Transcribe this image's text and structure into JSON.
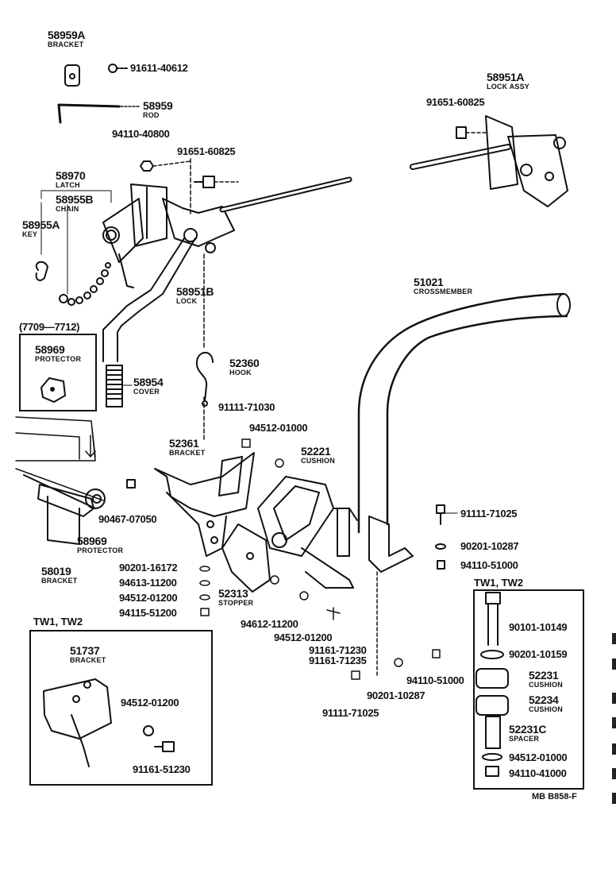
{
  "labels": [
    {
      "id": "58959A",
      "part": "58959A",
      "name": "BRACKET"
    },
    {
      "id": "91611-40612",
      "part": "91611-40612"
    },
    {
      "id": "58959",
      "part": "58959",
      "name": "ROD"
    },
    {
      "id": "94110-40800",
      "part": "94110-40800"
    },
    {
      "id": "91651-60825a",
      "part": "91651-60825"
    },
    {
      "id": "58970",
      "part": "58970",
      "name": "LATCH"
    },
    {
      "id": "58955B",
      "part": "58955B",
      "name": "CHAIN"
    },
    {
      "id": "58955A",
      "part": "58955A",
      "name": "KEY"
    },
    {
      "id": "58951B",
      "part": "58951B",
      "name": "LOCK"
    },
    {
      "id": "58951A",
      "part": "58951A",
      "name": "LOCK ASSY"
    },
    {
      "id": "91651-60825b",
      "part": "91651-60825"
    },
    {
      "id": "51021",
      "part": "51021",
      "name": "CROSSMEMBER"
    },
    {
      "id": "52360",
      "part": "52360",
      "name": "HOOK"
    },
    {
      "id": "58969a",
      "part": "58969",
      "name": "PROTECTOR"
    },
    {
      "id": "58954",
      "part": "58954",
      "name": "COVER"
    },
    {
      "id": "91111-71030",
      "part": "91111-71030"
    },
    {
      "id": "94512-01000a",
      "part": "94512-01000"
    },
    {
      "id": "52361",
      "part": "52361",
      "name": "BRACKET"
    },
    {
      "id": "52221",
      "part": "52221",
      "name": "CUSHION"
    },
    {
      "id": "91111-71025a",
      "part": "91111-71025"
    },
    {
      "id": "90467-07050",
      "part": "90467-07050"
    },
    {
      "id": "58969b",
      "part": "58969",
      "name": "PROTECTOR"
    },
    {
      "id": "90201-10287a",
      "part": "90201-10287"
    },
    {
      "id": "58019",
      "part": "58019",
      "name": "BRACKET"
    },
    {
      "id": "94110-51000a",
      "part": "94110-51000"
    },
    {
      "id": "90201-16172",
      "part": "90201-16172"
    },
    {
      "id": "94613-11200",
      "part": "94613-11200"
    },
    {
      "id": "94512-01200a",
      "part": "94512-01200"
    },
    {
      "id": "52313",
      "part": "52313",
      "name": "STOPPER"
    },
    {
      "id": "94115-51200",
      "part": "94115-51200"
    },
    {
      "id": "94612-11200",
      "part": "94612-11200"
    },
    {
      "id": "94512-01200b",
      "part": "94512-01200"
    },
    {
      "id": "91161-71230",
      "part": "91161-71230"
    },
    {
      "id": "91161-71235",
      "part": "91161-71235"
    },
    {
      "id": "94110-51000b",
      "part": "94110-51000"
    },
    {
      "id": "90201-10287b",
      "part": "90201-10287"
    },
    {
      "id": "91111-71025b",
      "part": "91111-71025"
    }
  ],
  "inset_left_top": {
    "title": "(7709—7712)",
    "part": "58969",
    "name": "PROTECTOR"
  },
  "inset_bottom_left": {
    "title": "TW1, TW2",
    "part": "51737",
    "name": "BRACKET",
    "p2": "94512-01200",
    "p3": "91161-51230"
  },
  "inset_right": {
    "title": "TW1, TW2",
    "items": [
      {
        "part": "90101-10149"
      },
      {
        "part": "90201-10159"
      },
      {
        "part": "52231",
        "name": "CUSHION"
      },
      {
        "part": "52234",
        "name": "CUSHION"
      },
      {
        "part": "52231C",
        "name": "SPACER"
      },
      {
        "part": "94512-01000"
      },
      {
        "part": "94110-41000"
      }
    ]
  },
  "diagram_code": "MB B858-F"
}
